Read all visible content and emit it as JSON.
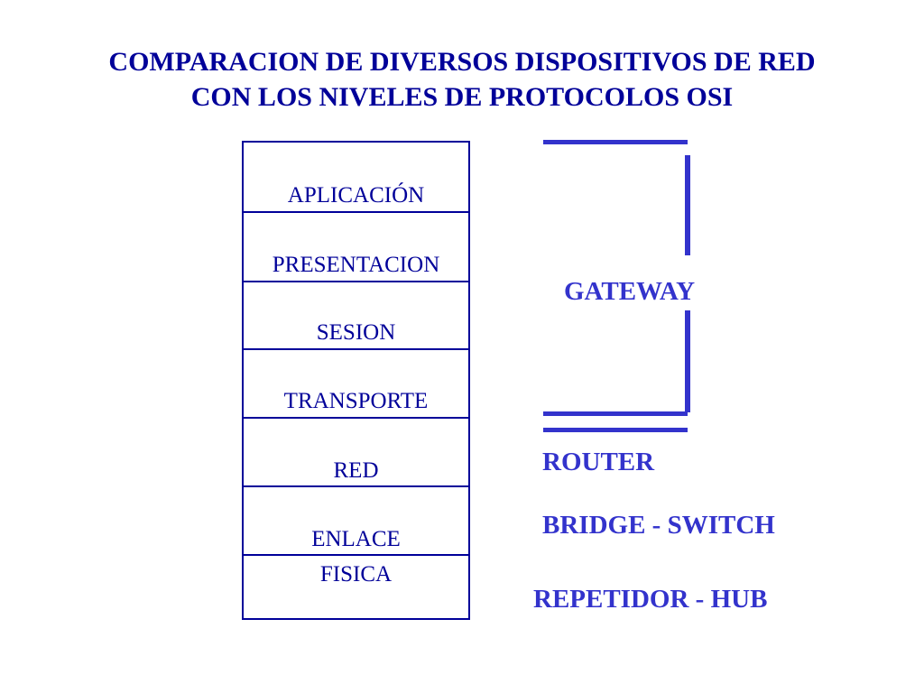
{
  "title": {
    "line1": "COMPARACION DE DIVERSOS DISPOSITIVOS DE RED",
    "line2": "CON LOS  NIVELES DE PROTOCOLOS OSI"
  },
  "osi_layers": [
    "APLICACIÓN",
    "PRESENTACION",
    "SESION",
    "TRANSPORTE",
    "RED",
    "ENLACE",
    "FISICA"
  ],
  "devices": {
    "gateway": "GATEWAY",
    "router": "ROUTER",
    "bridge_switch": "BRIDGE - SWITCH",
    "repetidor_hub": "REPETIDOR - HUB"
  },
  "colors": {
    "title": "#000099",
    "layer_text": "#000099",
    "device_text": "#3333cc",
    "bracket": "#3333cc"
  }
}
